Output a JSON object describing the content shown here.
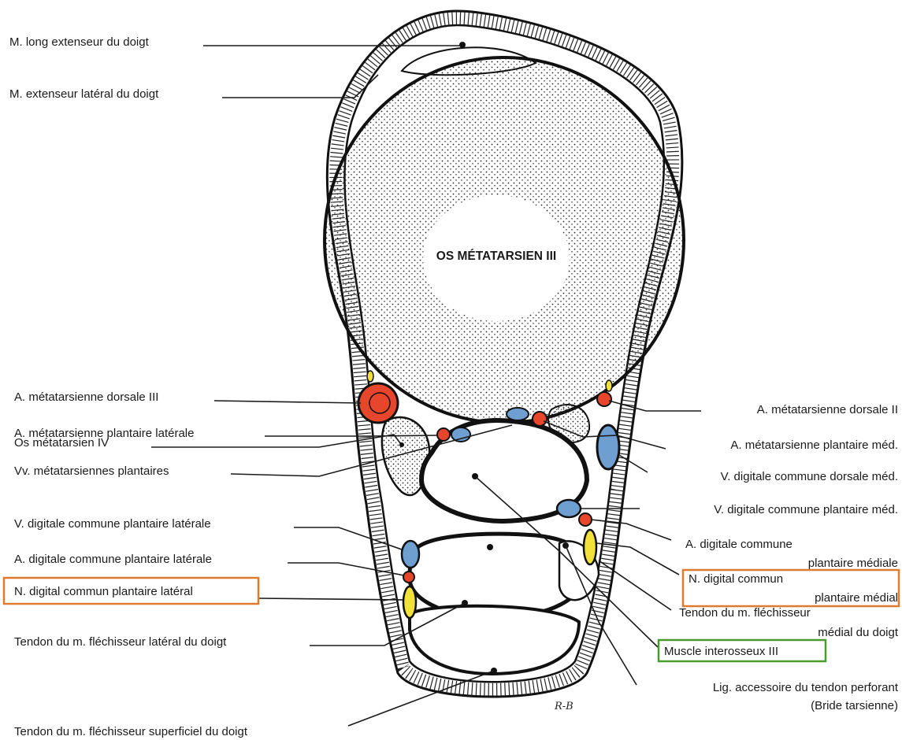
{
  "title": "OS MÉTATARSIEN III",
  "signature": "R-B",
  "labels_left": [
    "M. long extenseur du doigt",
    "M. extenseur latéral du doigt",
    "A. métatarsienne dorsale III",
    "A. métatarsienne plantaire latérale",
    "Os métatarsien IV",
    "Vv. métatarsiennes plantaires",
    "V. digitale commune plantaire latérale",
    "A. digitale commune plantaire latérale",
    "N. digital commun plantaire latéral",
    "Tendon du m. fléchisseur latéral du doigt",
    "Tendon du m. fléchisseur superficiel du doigt"
  ],
  "labels_right": [
    "A. métatarsienne dorsale II",
    "A. métatarsienne plantaire méd.",
    "V. digitale commune dorsale méd.",
    "V. digitale commune plantaire méd.",
    "A. digitale commune",
    "plantaire médiale",
    "N. digital commun",
    "plantaire médial",
    "Tendon du m. fléchisseur",
    "médial du doigt",
    "Muscle interosseux III",
    "Lig. accessoire du tendon perforant",
    "(Bride tarsienne)"
  ],
  "colors": {
    "artery": "#e8462c",
    "vein": "#6f9fd0",
    "nerve": "#f1e23a",
    "box_orange": "#e07a2e",
    "box_green": "#4a9a2e"
  }
}
